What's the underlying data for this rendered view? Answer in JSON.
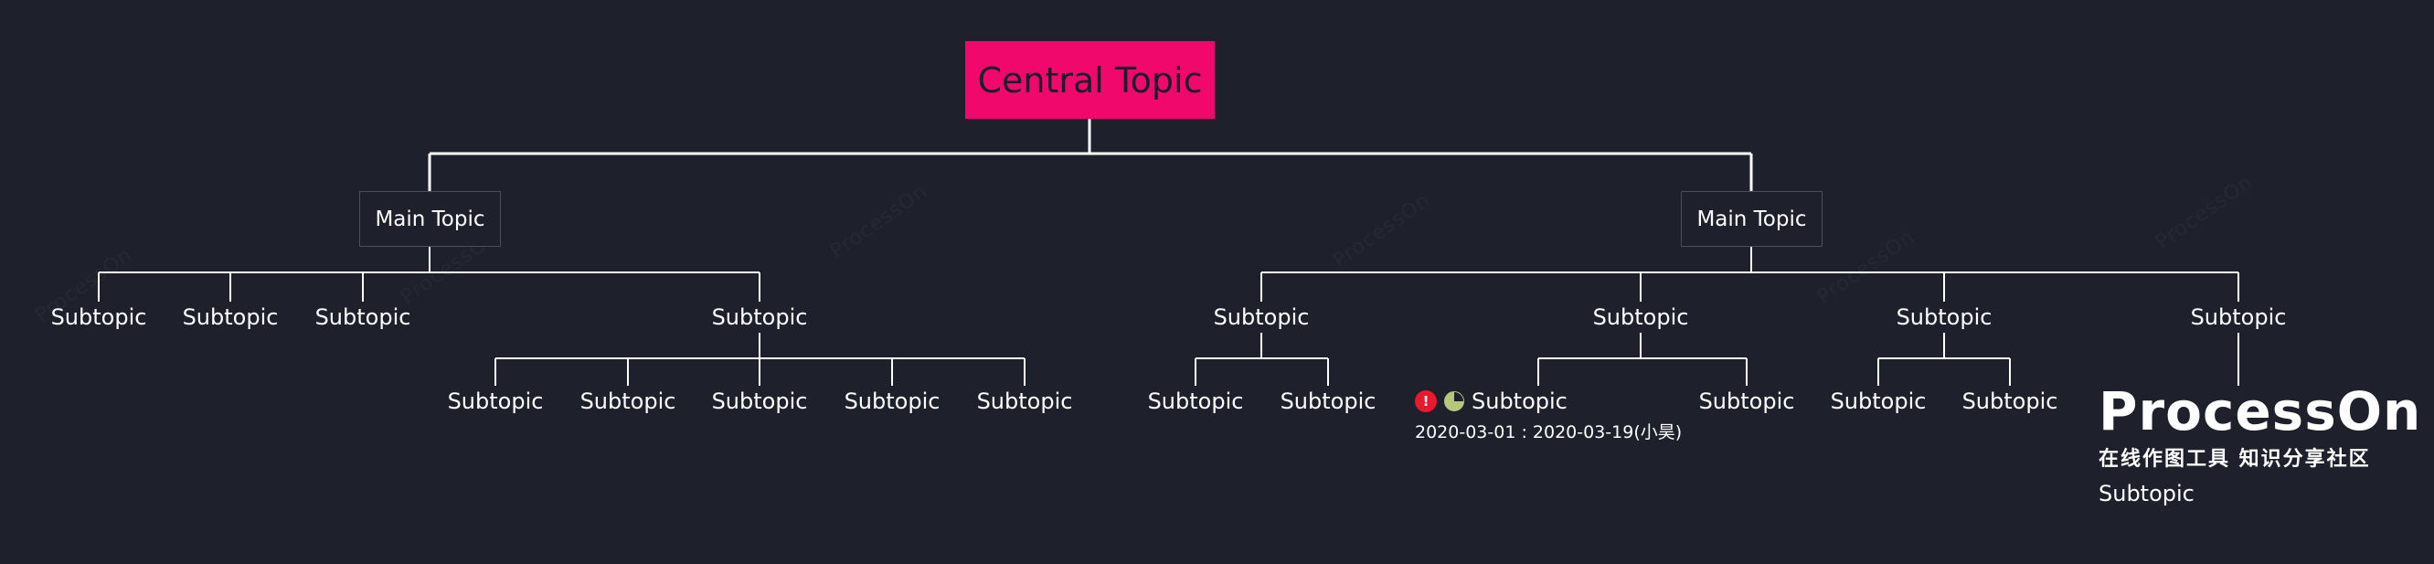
{
  "central": {
    "label": "Central Topic"
  },
  "left_main": {
    "label": "Main Topic",
    "subtopics": [
      {
        "label": "Subtopic"
      },
      {
        "label": "Subtopic"
      },
      {
        "label": "Subtopic"
      },
      {
        "label": "Subtopic",
        "children": [
          "Subtopic",
          "Subtopic",
          "Subtopic",
          "Subtopic",
          "Subtopic"
        ]
      }
    ]
  },
  "right_main": {
    "label": "Main Topic",
    "subtopics": [
      {
        "label": "Subtopic",
        "children": [
          "Subtopic",
          "Subtopic"
        ]
      },
      {
        "label": "Subtopic",
        "children": [
          "Subtopic",
          "Subtopic"
        ],
        "task": {
          "priority": "!",
          "date_range": "2020-03-01 : 2020-03-19(小昊)"
        }
      },
      {
        "label": "Subtopic",
        "children": [
          "Subtopic",
          "Subtopic"
        ]
      },
      {
        "label": "Subtopic",
        "children": [
          "Subtopic"
        ]
      }
    ]
  },
  "logo": {
    "name": "ProcessOn",
    "tagline": "在线作图工具 知识分享社区"
  },
  "colors": {
    "background": "#1e202b",
    "central_fill": "#f0086c",
    "main_border": "#4b4e5d",
    "line": "#ffffff",
    "priority_badge": "#e8182d",
    "progress_badge": "#b6c67e"
  },
  "icons": [
    "priority-icon",
    "progress-quarter-icon"
  ]
}
